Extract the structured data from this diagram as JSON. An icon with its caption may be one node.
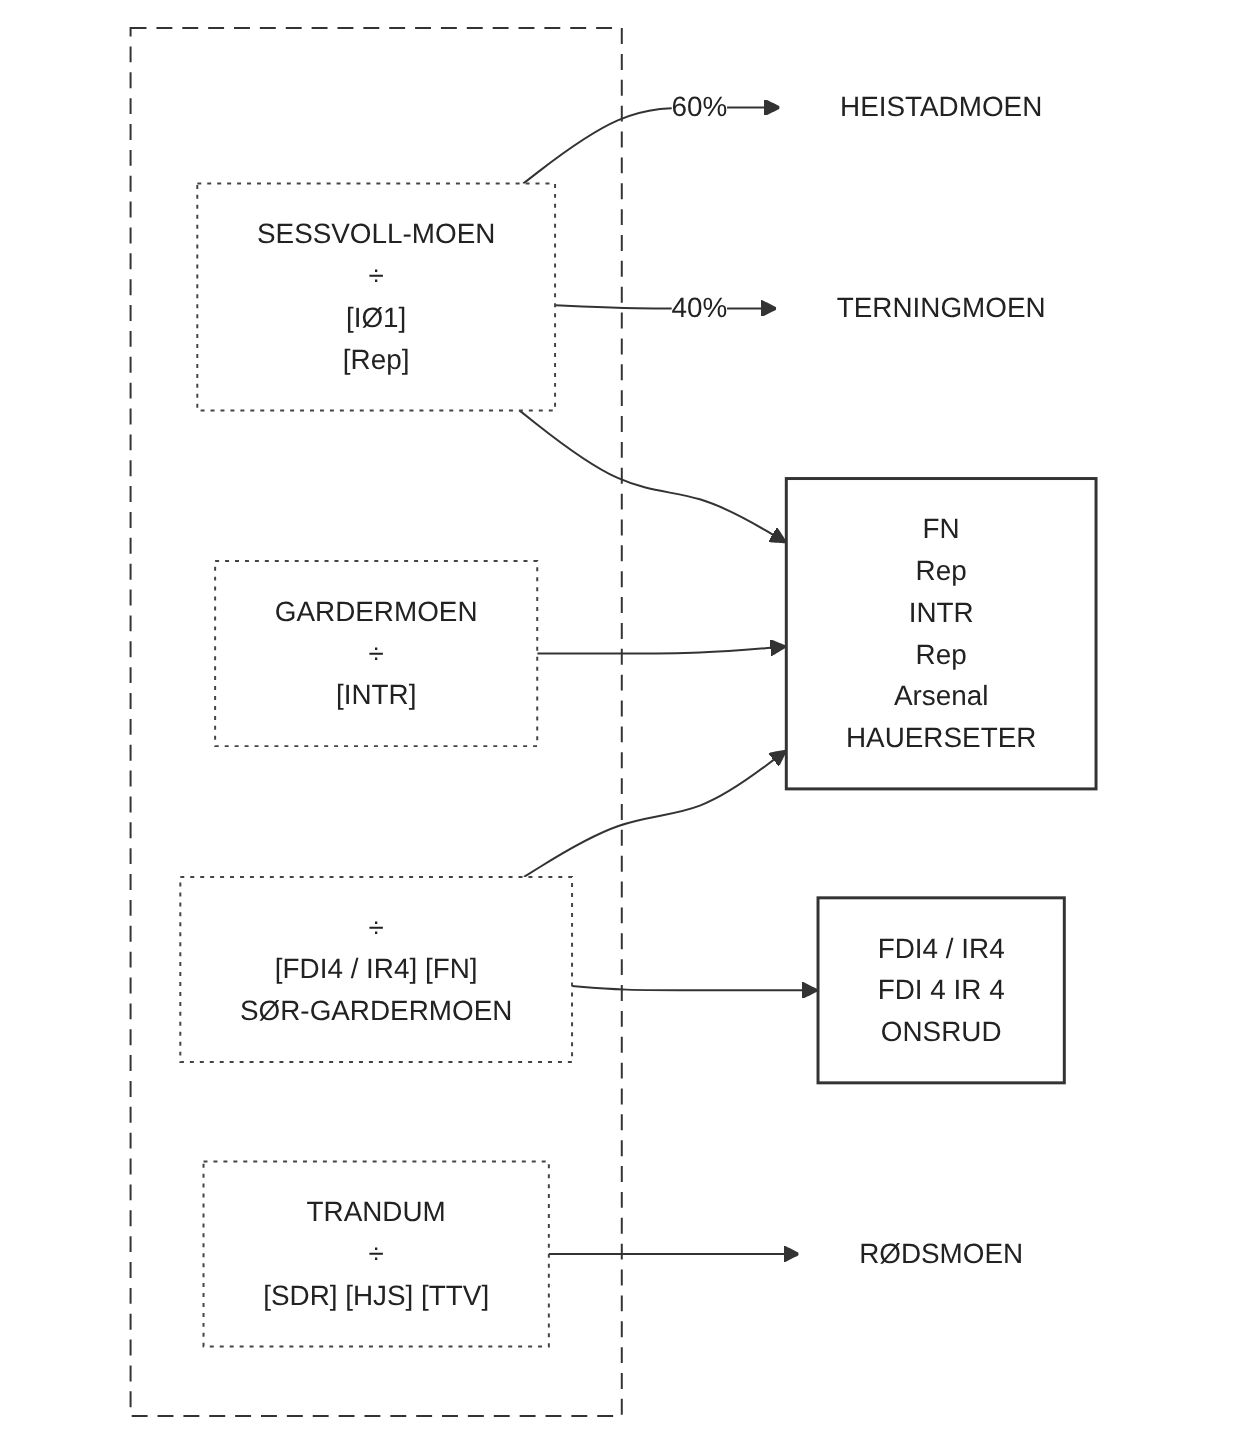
{
  "diagram": {
    "nodes": [
      {
        "text": [],
        "shape": "box"
      },
      {
        "text": [
          "SESSVOLL-MOEN",
          "÷",
          "[IØ1]",
          "[Rep]"
        ],
        "in": 0
      },
      {
        "text": [
          "TRANDUM",
          "÷",
          "[SDR] [HJS] [TTV]"
        ],
        "in": 0
      },
      {
        "text": [
          "GARDERMOEN",
          "÷",
          "[INTR]"
        ],
        "in": 0
      },
      {
        "text": [
          "÷",
          "[FDI4 / IR4] [FN]",
          "SØR-GARDERMOEN"
        ],
        "in": 0
      },
      {
        "text": [
          "HEISTADMOEN"
        ]
      },
      {
        "text": [
          "TERNINGMOEN"
        ]
      },
      {
        "text": [
          "RØDSMOEN"
        ]
      },
      {
        "text": [
          "FN",
          "Rep",
          "INTR",
          "Rep",
          "Arsenal",
          "HAUERSETER"
        ]
      },
      {
        "text": [
          "FDI4 / IR4",
          "FDI 4 IR 4",
          "ONSRUD"
        ]
      }
    ],
    "edges": [
      {
        "from": 1,
        "to": 5,
        "arrow": "to",
        "label": "60%"
      },
      {
        "from": 1,
        "to": 6,
        "arrow": "to",
        "label": "40%"
      },
      {
        "from": 1,
        "to": 8,
        "arrow": "to"
      },
      {
        "from": 2,
        "to": 7,
        "arrow": "to"
      },
      {
        "from": 3,
        "to": 8,
        "arrow": "to"
      },
      {
        "from": 4,
        "to": 8,
        "arrow": "to"
      },
      {
        "from": 4,
        "to": 9,
        "arrow": "to"
      }
    ]
  }
}
